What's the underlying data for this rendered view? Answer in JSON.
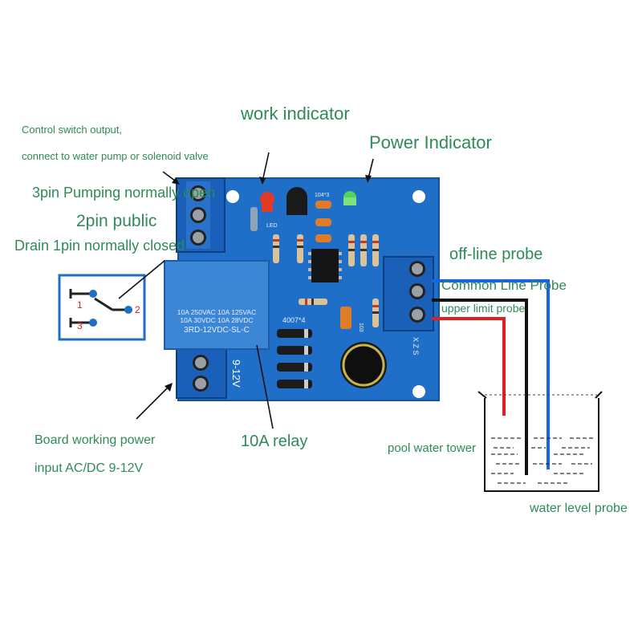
{
  "labels": {
    "work_indicator": "work indicator",
    "power_indicator": "Power Indicator",
    "control_output_line1": "Control switch output,",
    "control_output_line2": "connect to water pump or solenoid valve",
    "pin3": "3pin Pumping normally open",
    "pin2": "2pin public",
    "pin1": "Drain 1pin normally closed",
    "offline_probe": "off-line probe",
    "common_probe": "Common Line Probe",
    "upper_probe": "upper limit probe",
    "board_power_line1": "Board working power",
    "board_power_line2": "input AC/DC 9-12V",
    "relay": "10A relay",
    "pool": "pool water tower",
    "level_probe": "water level probe"
  },
  "board": {
    "relay_line1": "10A 250VAC  10A 125VAC",
    "relay_line2": "10A  30VDC  10A  28VDC",
    "relay_model": "3RD-12VDC-SL-C",
    "power_terminal": "9-12V",
    "diode_label": "4007*4",
    "probe_marks": "X Z S",
    "led_label": "LED",
    "transistor_label": "104*3",
    "cap_label": "103"
  },
  "schematic": {
    "pin1": "1",
    "pin2": "2",
    "pin3": "3"
  },
  "colors": {
    "label_green": "#2e8b57",
    "pcb_blue": "#1f6fc9",
    "terminal_blue": "#1a5fb8",
    "wire_red": "#e02020",
    "wire_black": "#111111",
    "wire_blue": "#1565e0"
  }
}
